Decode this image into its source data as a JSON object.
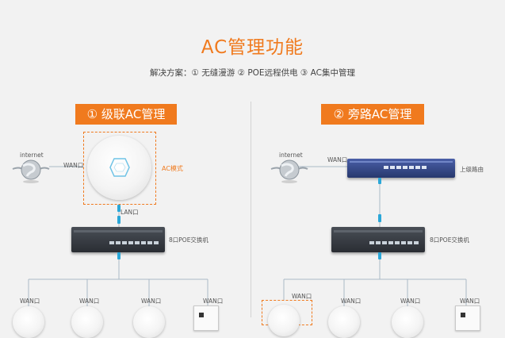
{
  "title": "AC管理功能",
  "subtitle": "解决方案：① 无缝漫游 ② POE远程供电 ③ AC集中管理",
  "left": {
    "banner": "① 级联AC管理",
    "internet": "internet",
    "wan_uplink": "WAN口",
    "ac_mode": "AC模式",
    "lan": "LAN口",
    "switch_label": "8口POE交换机",
    "branch_wan": [
      "WAN口",
      "WAN口",
      "WAN口",
      "WAN口"
    ]
  },
  "right": {
    "banner": "② 旁路AC管理",
    "internet": "internet",
    "wan_uplink": "WAN口",
    "router_label": "上级路由",
    "switch_label": "8口POE交换机",
    "branch_wan": [
      "WAN口",
      "WAN口",
      "WAN口",
      "WAN口"
    ]
  },
  "colors": {
    "accent": "#f07a1e",
    "cable": "#2aa7d8",
    "line": "#a9b9c6"
  }
}
